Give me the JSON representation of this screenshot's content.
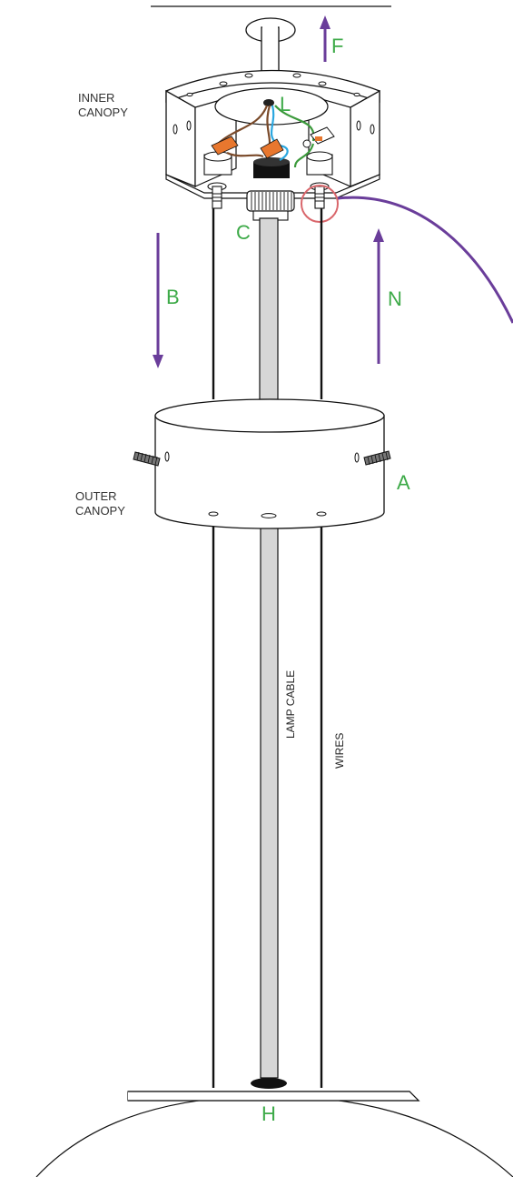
{
  "labels": {
    "F": "F",
    "L": "L",
    "C": "C",
    "B": "B",
    "N": "N",
    "A": "A",
    "H": "H",
    "inner_canopy_line1": "INNER",
    "inner_canopy_line2": "CANOPY",
    "outer_canopy_line1": "OUTER",
    "outer_canopy_line2": "CANOPY",
    "lamp_cable": "LAMP CABLE",
    "wires": "WIRES"
  },
  "colors": {
    "label_green": "#3daa48",
    "arrow_purple": "#6a3d9a",
    "highlight_red": "#d9666b",
    "wire_brown": "#7a4a2a",
    "wire_blue": "#2aa7e0",
    "wire_green": "#3c9a3c",
    "connector_orange": "#e8772e",
    "cable_grey": "#d6d6d6"
  }
}
